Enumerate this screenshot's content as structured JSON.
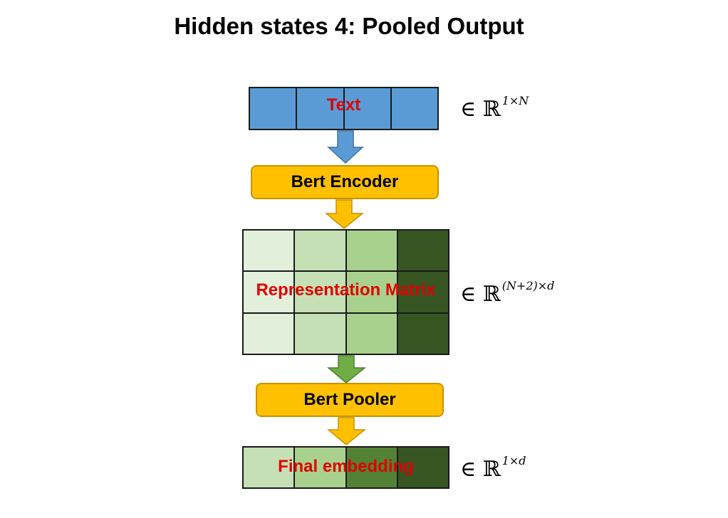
{
  "title": "Hidden states 4: Pooled Output",
  "colors": {
    "text_cell": "#5b9bd5",
    "encoder_box": "#ffc000",
    "label_red": "#e00000",
    "green_1": "#e2efda",
    "green_2": "#c5e0b4",
    "green_3": "#a9d18e",
    "green_4": "#548235",
    "green_5": "#375623",
    "arrow_blue": "#5b9bd5",
    "arrow_yellow": "#ffc000",
    "arrow_green": "#70ad47"
  },
  "nodes": {
    "text_label": "Text",
    "encoder_label": "Bert Encoder",
    "matrix_label": "Representation Matrix",
    "pooler_label": "Bert Pooler",
    "final_label": "Final embedding"
  },
  "math": {
    "text_dim_symbol": "∈ ℝ",
    "text_dim_sup": "1×N",
    "matrix_dim_symbol": "∈ ℝ",
    "matrix_dim_sup": "(N+2)×d",
    "final_dim_symbol": "∈ ℝ",
    "final_dim_sup": "1×d"
  }
}
